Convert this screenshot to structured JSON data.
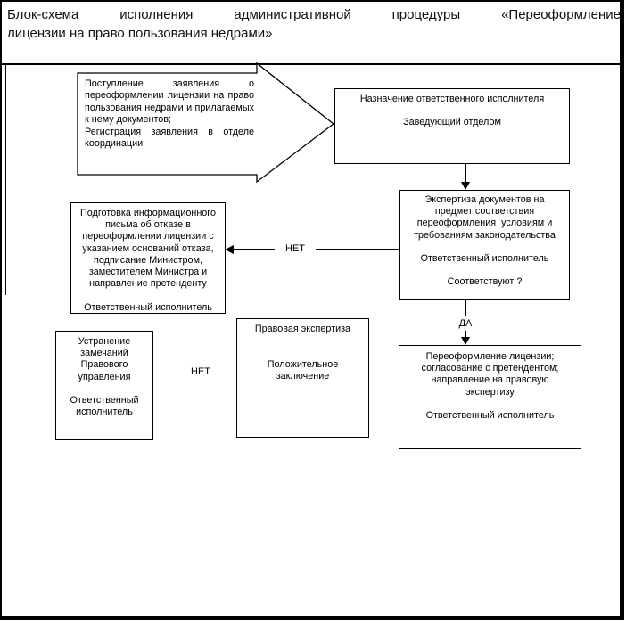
{
  "window": {
    "background": "#ffffff",
    "border_color": "#000000"
  },
  "title": {
    "lines": [
      "Блок-схема исполнения административной процедуры «Переоформление",
      "лицензии на право пользования недрами»"
    ]
  },
  "flowchart": {
    "boxes": {
      "application_intake": "Поступление заявления о переоформлении лицензии на право пользования недрами и прилагаемых к нему документов;\nРегистрация заявления в отделе координации",
      "executor_assignment": "Назначение ответственного исполнителя\n\nЗаведующий отделом",
      "documents_expertise": "Экспертиза документов на\nпредмет соответствия\nпереоформления  условиям и\nтребованиям законодательства\n\nОтветственный исполнитель\n\nСоответствуют ?",
      "refusal_letter": "Подготовка информационного\nписьма об отказе в\nпереоформлении лицензии с\nуказанием оснований отказа,\nподписание Министром,\nзаместителем Министра и\nнаправление претенденту\n\nОтветственный исполнитель",
      "remarks_elimination": "Устранение\nзамечаний\nПравового\nуправления\n\nОтветственный\nисполнитель",
      "legal_expertise": "Правовая экспертиза\n\n\nПоложительное\nзаключение",
      "license_reissue": "Переоформление лицензии;\nсогласование с претендентом;\nнаправление на правовую\nэкспертизу\n\nОтветственный исполнитель"
    },
    "labels": {
      "no_horizontal": "НЕТ",
      "yes": "ДА",
      "no_standalone": "НЕТ"
    }
  }
}
